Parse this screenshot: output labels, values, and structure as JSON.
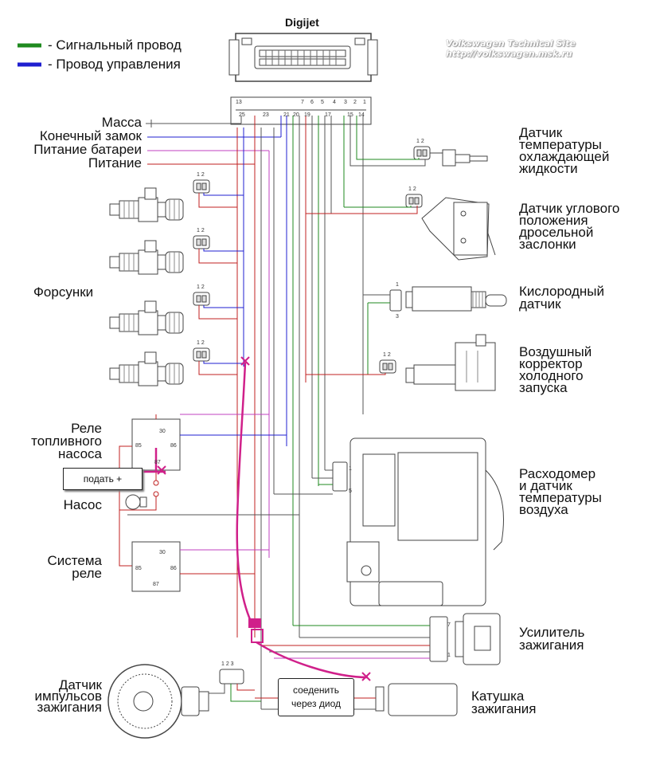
{
  "header": {
    "title": "Digijet"
  },
  "legend": [
    {
      "color": "#1f8a1f",
      "label": "- Сигнальный провод"
    },
    {
      "color": "#1f1fd0",
      "label": "- Провод управления"
    }
  ],
  "watermark": {
    "line1": "Volkswagen Technical Site",
    "line2": "http://volkswagen.msk.ru"
  },
  "left_labels": {
    "massa": "Масса",
    "zamok": "Конечный замок",
    "battery": "Питание батареи",
    "power": "Питание",
    "injectors": "Форсунки",
    "fuel_relay_1": "Реле",
    "fuel_relay_2": "топливного",
    "fuel_relay_3": "насоса",
    "pump": "Насос",
    "sys_relay_1": "Система",
    "sys_relay_2": "реле",
    "ign_sensor_1": "Датчик",
    "ign_sensor_2": "импульсов",
    "ign_sensor_3": "зажигания"
  },
  "right_labels": {
    "coolant_1": "Датчик",
    "coolant_2": "температуры",
    "coolant_3": "охлаждающей",
    "coolant_4": "жидкости",
    "throttle_1": "Датчик углового",
    "throttle_2": "положения",
    "throttle_3": "дросельной",
    "throttle_4": "заслонки",
    "oxygen_1": "Кислородный",
    "oxygen_2": "датчик",
    "air_1": "Воздушный",
    "air_2": "корректор",
    "air_3": "холодного",
    "air_4": "запуска",
    "maf_1": "Расходомер",
    "maf_2": "и датчик",
    "maf_3": "температуры",
    "maf_4": "воздуха",
    "amp_1": "Усилитель",
    "amp_2": "зажигания",
    "coil_1": "Катушка",
    "coil_2": "зажигания"
  },
  "annotations": {
    "feed_plus": "подать +",
    "diode_1": "соеденить",
    "diode_2": "через диод"
  },
  "connector_pins": {
    "top": [
      "13",
      "7",
      "6",
      "5",
      "4",
      "3",
      "2",
      "1"
    ],
    "bottom": [
      "25",
      "23",
      "21",
      "20",
      "19",
      "17",
      "15",
      "14"
    ],
    "two_pin": "1 2",
    "three_pin": "1 2 3"
  },
  "relay_pins": {
    "p30": "30",
    "p85": "85",
    "p86": "86",
    "p87": "87"
  },
  "colors": {
    "power": "#c02020",
    "signal": "#1f8a1f",
    "control": "#1f1fd0",
    "ground": "#555555",
    "supply": "#c040c0",
    "annotation": "#d0208a"
  }
}
